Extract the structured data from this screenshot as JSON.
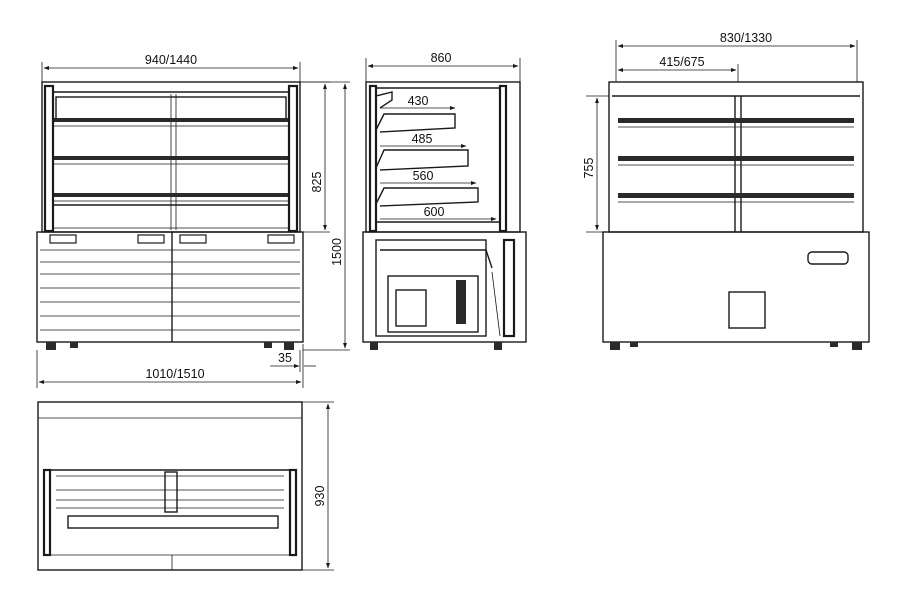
{
  "diagram": {
    "front_view": {
      "width_top": "940/1440",
      "height_glass": "825",
      "height_total": "1500",
      "overhang": "35",
      "width_total": "1010/1510"
    },
    "side_view": {
      "depth_total": "860",
      "shelves": [
        "430",
        "485",
        "560",
        "600"
      ]
    },
    "rear_view": {
      "width_total": "830/1330",
      "width_half": "415/675",
      "height": "755"
    },
    "top_view": {
      "depth": "930"
    }
  }
}
